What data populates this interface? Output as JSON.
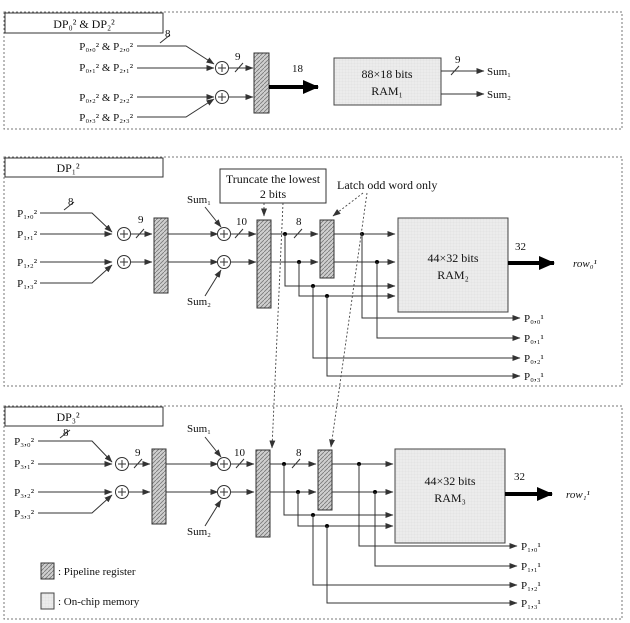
{
  "panel1": {
    "title": "DP₀² & DP₂²",
    "inputs": [
      "P₀,₀² & P₂,₀²",
      "P₀,₁² & P₂,₁²",
      "P₀,₂² & P₂,₂²",
      "P₀,₃² & P₂,₃²"
    ],
    "w_in": "8",
    "w_add": "9",
    "w_ram": "18",
    "w_out": "9",
    "ram_size": "88×18 bits",
    "ram_name": "RAM₁",
    "sum1": "Sum₁",
    "sum2": "Sum₂"
  },
  "panel2": {
    "title": "DP₁²",
    "inputs": [
      "P₁,₀²",
      "P₁,₁²",
      "P₁,₂²",
      "P₁,₃²"
    ],
    "w_in": "8",
    "w_add1": "9",
    "w_add2": "10",
    "w_trunc": "8",
    "w_out": "32",
    "sum1": "Sum₁",
    "sum2": "Sum₂",
    "ram_size": "44×32 bits",
    "ram_name": "RAM₂",
    "row_out": "row₀¹",
    "outputs": [
      "P₀,₀¹",
      "P₀,₁¹",
      "P₀,₂¹",
      "P₀,₃¹"
    ]
  },
  "panel3": {
    "title": "DP₃²",
    "inputs": [
      "P₃,₀²",
      "P₃,₁²",
      "P₃,₂²",
      "P₃,₃²"
    ],
    "w_in": "8",
    "w_add1": "9",
    "w_add2": "10",
    "w_trunc": "8",
    "w_out": "32",
    "sum1": "Sum₁",
    "sum2": "Sum₂",
    "ram_size": "44×32 bits",
    "ram_name": "RAM₃",
    "row_out": "row₁¹",
    "outputs": [
      "P₁,₀¹",
      "P₁,₁¹",
      "P₁,₂¹",
      "P₁,₃¹"
    ]
  },
  "annotations": {
    "truncate_line1": "Truncate the lowest",
    "truncate_line2": "2 bits",
    "latch": "Latch odd word only"
  },
  "legend": {
    "pipeline_register": ": Pipeline register",
    "on_chip_memory": ": On-chip memory"
  }
}
